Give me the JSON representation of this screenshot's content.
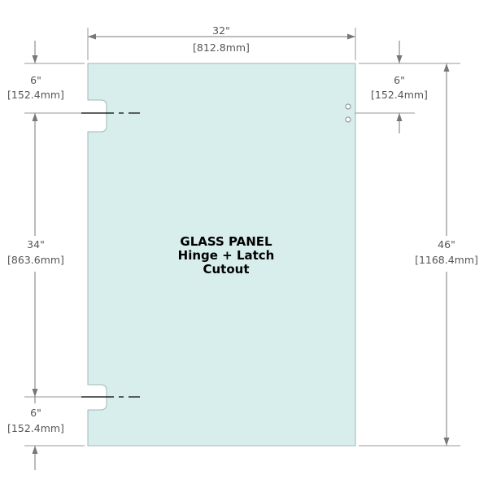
{
  "panel": {
    "title_line1": "GLASS PANEL",
    "title_line2": "Hinge + Latch",
    "title_line3": "Cutout",
    "fill_color": "#d8eeec",
    "edge_color": "#9fb8b6"
  },
  "dimensions": {
    "width": {
      "in": "32\"",
      "mm": "[812.8mm]"
    },
    "top_hinge_offset": {
      "in": "6\"",
      "mm": "[152.4mm]"
    },
    "hinge_spacing": {
      "in": "34\"",
      "mm": "[863.6mm]"
    },
    "bottom_hinge_offset": {
      "in": "6\"",
      "mm": "[152.4mm]"
    },
    "latch_offset": {
      "in": "6\"",
      "mm": "[152.4mm]"
    },
    "height": {
      "in": "46\"",
      "mm": "[1168.4mm]"
    }
  }
}
